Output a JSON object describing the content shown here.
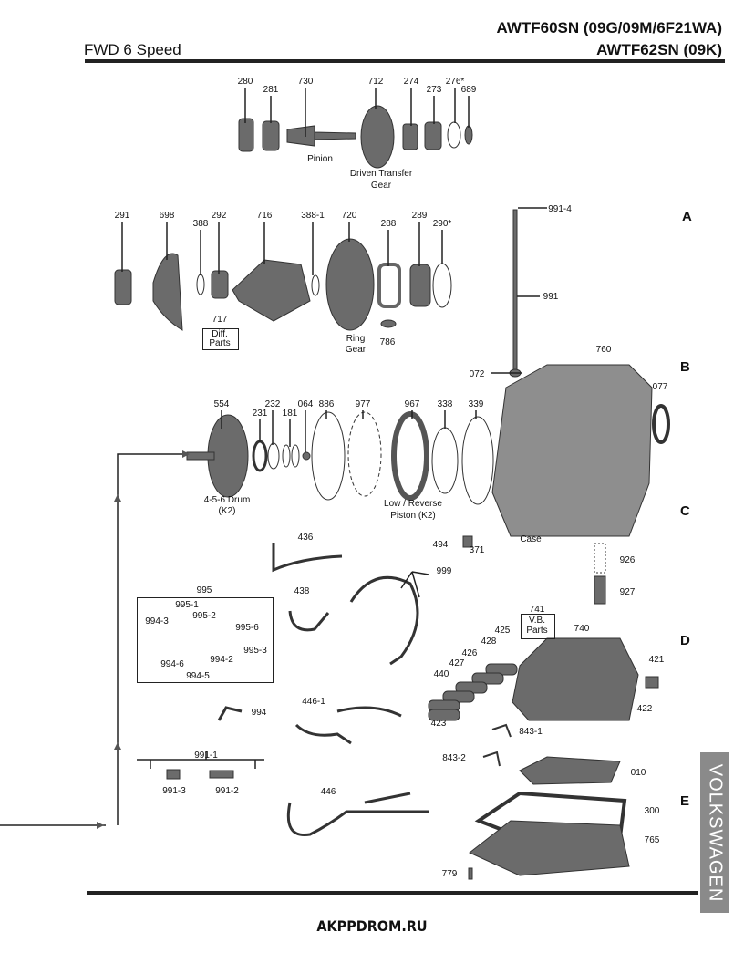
{
  "header": {
    "title_line1": "AWTF60SN (09G/09M/6F21WA)",
    "title_line2": "AWTF62SN (09K)",
    "subtitle": "FWD 6 Speed"
  },
  "sections": [
    "A",
    "B",
    "C",
    "D",
    "E"
  ],
  "labels": [
    "280",
    "281",
    "730",
    "712",
    "274",
    "273",
    "276*",
    "689",
    "Pinion",
    "Driven Transfer",
    "Gear",
    "291",
    "698",
    "388",
    "292",
    "716",
    "388-1",
    "720",
    "288",
    "289",
    "290*",
    "991-4",
    "991",
    "717",
    "Diff.",
    "Parts",
    "Ring",
    "Gear",
    "786",
    "072",
    "760",
    "077",
    "554",
    "231",
    "232",
    "181",
    "064",
    "886",
    "977",
    "967",
    "338",
    "339",
    "4-5-6 Drum",
    "(K2)",
    "Low / Reverse",
    "Piston (K2)",
    "Case",
    "494",
    "371",
    "436",
    "926",
    "927",
    "999",
    "438",
    "995",
    "995-1",
    "995-2",
    "994-3",
    "995-6",
    "995-3",
    "994-2",
    "994-6",
    "994-5",
    "741",
    "V.B.",
    "Parts",
    "740",
    "425",
    "428",
    "426",
    "427",
    "440",
    "421",
    "422",
    "423",
    "843-1",
    "994",
    "446-1",
    "991-1",
    "991-3",
    "991-2",
    "843-2",
    "010",
    "300",
    "446",
    "765",
    "779"
  ],
  "sidebar_brand": "VOLKSWAGEN",
  "footer": "AKPPDROM.RU",
  "colors": {
    "part": "#6b6b6b",
    "rule": "#222222",
    "sidebar": "#8a8a8a"
  }
}
